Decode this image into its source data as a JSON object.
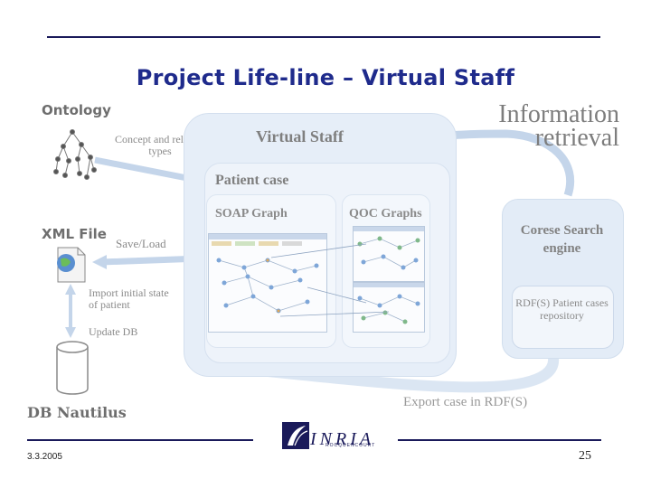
{
  "slide": {
    "title": "Project Life-line – Virtual Staff",
    "date": "3.3.2005",
    "page_number": "25"
  },
  "left_panel": {
    "ontology_label": "Ontology",
    "concept_relation_label": "Concept and relation types",
    "xml_file_label": "XML File",
    "save_load_label": "Save/Load",
    "import_label": "Import initial state of patient",
    "update_db_label": "Update DB",
    "db_label": "DB Nautilus"
  },
  "center_panel": {
    "virtual_staff_label": "Virtual Staff",
    "patient_case_label": "Patient case",
    "soap_graph_label": "SOAP Graph",
    "qoc_graphs_label": "QOC Graphs"
  },
  "right_panel": {
    "information_retrieval_label": "Information retrieval",
    "corese_label": "Corese Search engine",
    "rdf_repo_label": "RDF(S) Patient cases repository",
    "export_label": "Export case in RDF(S)"
  },
  "logo": {
    "name": "INRIA",
    "subtitle": "ROCQUENCOURT"
  },
  "colors": {
    "title": "#1f2b8c",
    "rule": "#1a1a5a",
    "box_fill": "#e6eef8",
    "arrow": "#b8cde6"
  },
  "icons": [
    "ontology-tree-icon",
    "xml-file-icon",
    "database-cylinder-icon",
    "inria-logo"
  ]
}
